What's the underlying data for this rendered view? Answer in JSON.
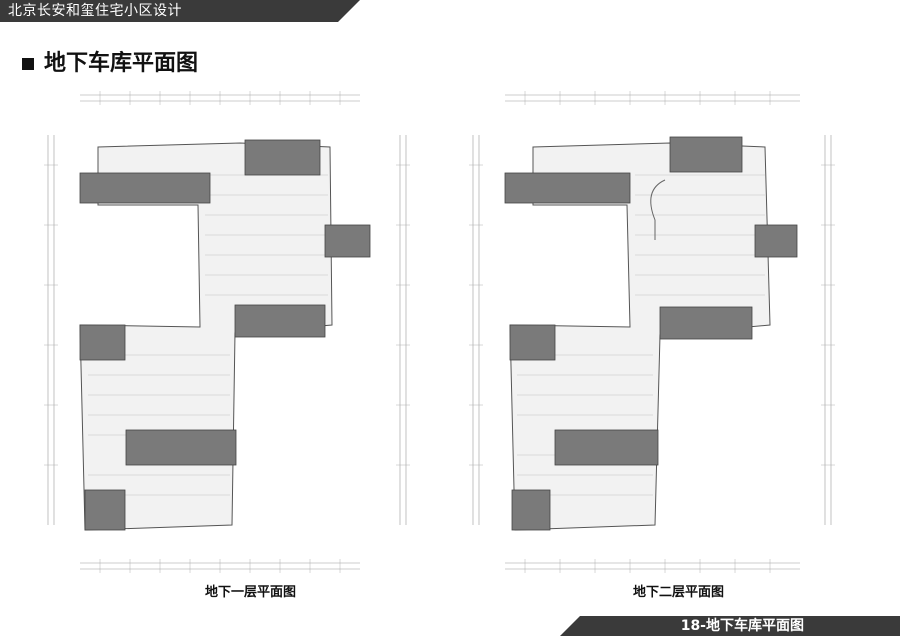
{
  "header": {
    "project_title": "北京长安和玺住宅小区设计"
  },
  "section": {
    "title": "地下车库平面图"
  },
  "plans": [
    {
      "caption": "地下一层平面图"
    },
    {
      "caption": "地下二层平面图"
    }
  ],
  "footer": {
    "page_label": "18-地下车库平面图"
  },
  "colors": {
    "banner": "#3a3a3a",
    "building": "#7a7a7a",
    "parking_fill": "#f2f2f2",
    "line": "#8a8a8a"
  }
}
